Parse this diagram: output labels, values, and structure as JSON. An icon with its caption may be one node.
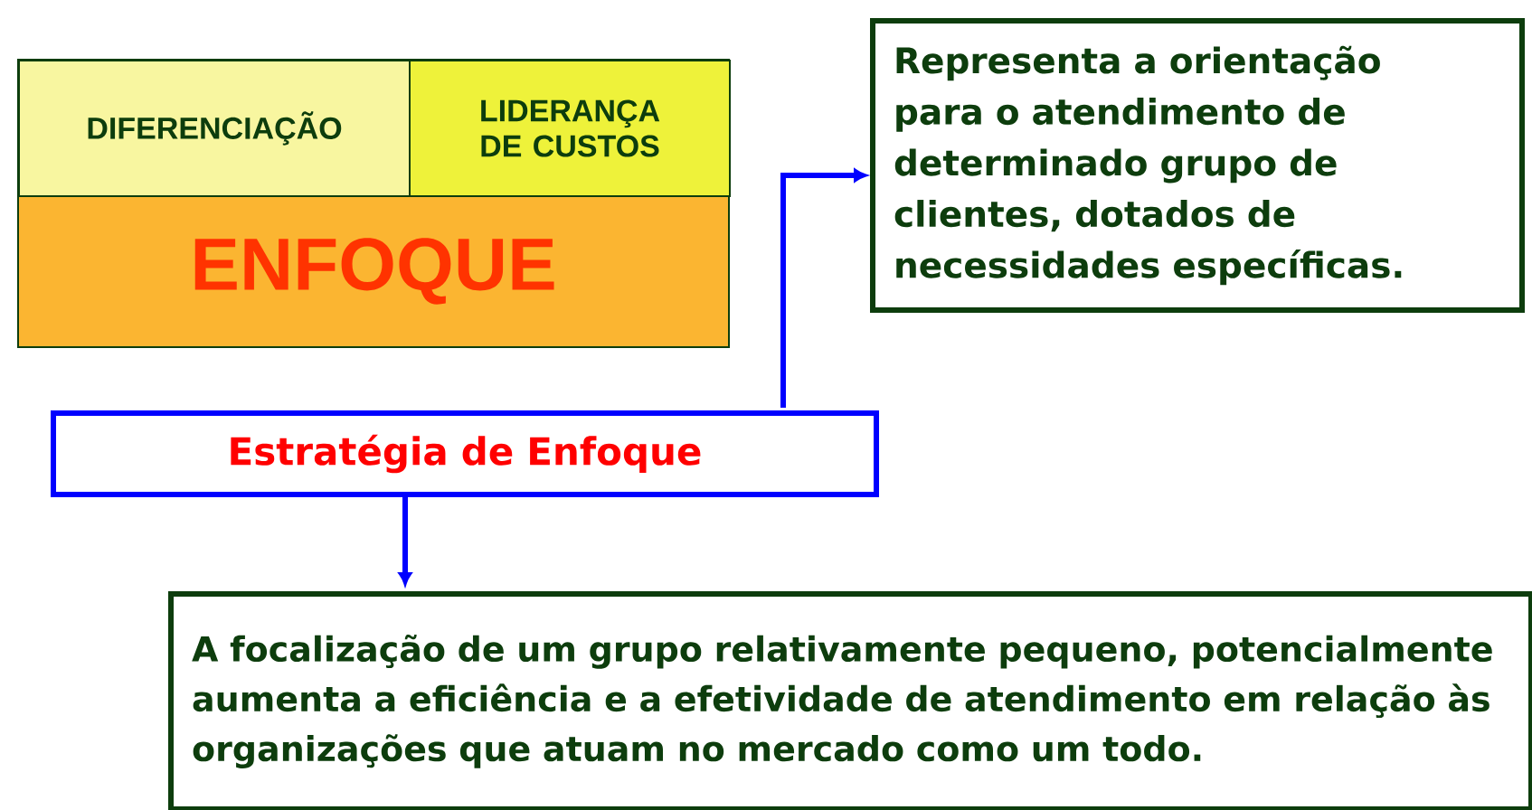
{
  "diagram": {
    "nodes": [
      {
        "text": [
          "DIFERENCIAÇÃO"
        ],
        "in": 2
      },
      {
        "text": [
          "LIDERANÇA DE CUSTOS"
        ],
        "in": 2
      },
      {
        "text": [
          "ENFOQUE"
        ]
      },
      {
        "text": [
          "Representa a orientação para o atendimento de determinado grupo de clientes, dotados de necessidades específicas."
        ]
      },
      {
        "text": [
          "Estratégia de Enfoque"
        ]
      },
      {
        "text": [
          "A focalização de um grupo relativamente pequeno, potencialmente aumenta a eficiência e a efetividade de atendimento em relação às organizações que atuam no mercado como um todo."
        ]
      }
    ],
    "edges": [
      {
        "from": 4,
        "to": 3,
        "arrow": "to"
      },
      {
        "from": 4,
        "to": 5,
        "arrow": "to"
      }
    ]
  }
}
